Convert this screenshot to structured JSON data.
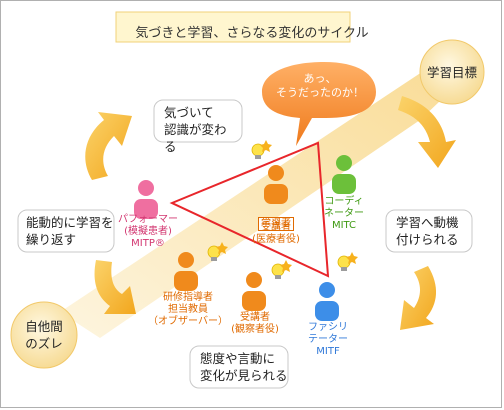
{
  "title": "気づきと学習、さらなる変化のサイクル",
  "speech_bubble": "あっ、\nそうだったのか！",
  "circles": {
    "goal": "学習目標",
    "gap": "自他間\nのズレ"
  },
  "bubbles": {
    "awareness": "気づいて\n認識が変わる",
    "motivation": "学習へ動機\n付けられる",
    "behavior_change": "態度や言動に\n変化が見られる",
    "repeat": "能動的に学習を\n繰り返す"
  },
  "people": {
    "learner": {
      "role": "学習者",
      "sub": "受講者\n(医療者役)"
    },
    "performer": {
      "text": "パフォーマー\n(模擬患者)\nMITP®"
    },
    "coordinator": {
      "text": "コーディ\nネーター\nMITC"
    },
    "instructor": {
      "text": "研修指導者\n担当教員\n（オブザーバー）"
    },
    "observer_learner": {
      "text": "受講者\n(観察者役)"
    },
    "facilitator": {
      "text": "ファシリ\nテーター\nMITF"
    }
  },
  "colors": {
    "orange": "#f08a1c",
    "pink": "#ef6fa0",
    "green": "#6cc03a",
    "blue": "#3d8ee8",
    "triangle": "#e8262b",
    "arrow": "#f6c33f",
    "circle": "#fbe9b6"
  }
}
